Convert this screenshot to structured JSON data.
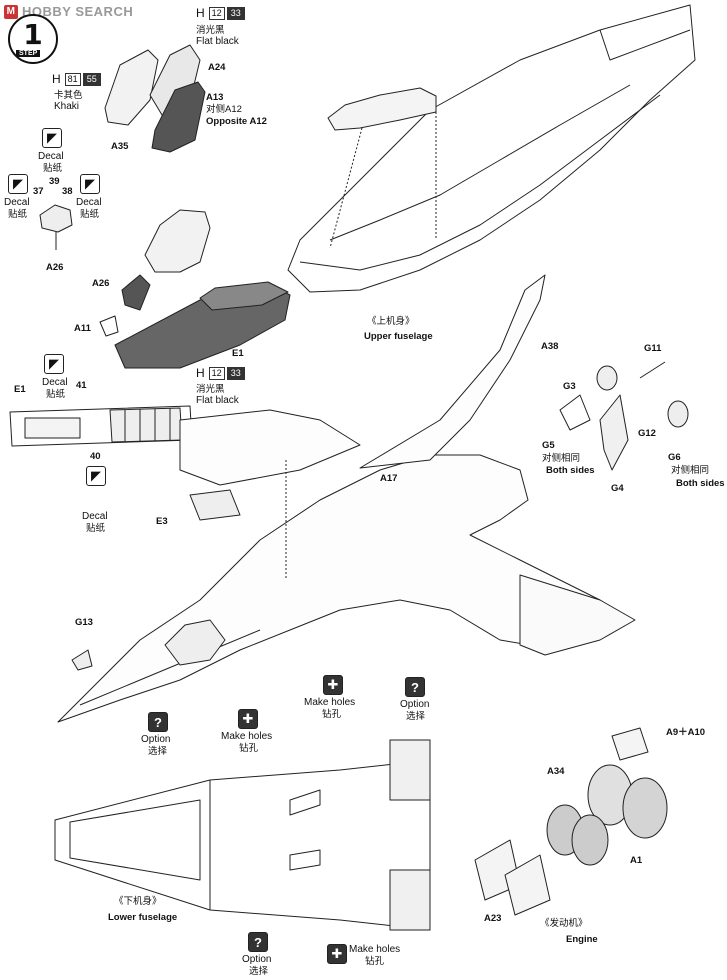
{
  "watermark": {
    "brand": "HOBBY SEARCH"
  },
  "step": {
    "number": "1",
    "label": "STEP"
  },
  "paint_codes": [
    {
      "id": "h12-top",
      "prefix": "H",
      "code": "12",
      "swatch": "33",
      "zh": "消光黑",
      "en": "Flat black"
    },
    {
      "id": "h81",
      "prefix": "H",
      "code": "81",
      "swatch": "55",
      "zh": "卡其色",
      "en": "Khaki"
    },
    {
      "id": "h12-mid",
      "prefix": "H",
      "code": "12",
      "swatch": "33",
      "zh": "消光黑",
      "en": "Flat black"
    }
  ],
  "part_labels": {
    "A24": "A24",
    "A13": "A13",
    "A12_zh": "对侧A12",
    "A12_en": "Opposite A12",
    "A35": "A35",
    "A26_top": "A26",
    "A26_mid": "A26",
    "A11": "A11",
    "E1_mid": "E1",
    "E1_left": "E1",
    "p41": "41",
    "p40": "40",
    "p37": "37",
    "p38": "38",
    "p39": "39",
    "A38": "A38",
    "A17": "A17",
    "E3": "E3",
    "G13": "G13",
    "G11": "G11",
    "G3": "G3",
    "G5": "G5",
    "G12": "G12",
    "G6": "G6",
    "G4": "G4",
    "A9A10": "A9＋A10",
    "A34": "A34",
    "A1": "A1",
    "A23": "A23"
  },
  "both_sides": {
    "zh": "对侧相同",
    "en": "Both sides"
  },
  "decal": {
    "en": "Decal",
    "zh": "贴纸"
  },
  "option": {
    "en": "Option",
    "zh": "选择"
  },
  "make_holes": {
    "en": "Make holes",
    "zh": "钻孔"
  },
  "sections": {
    "upper": {
      "zh": "《上机身》",
      "en": "Upper fuselage"
    },
    "lower": {
      "zh": "《下机身》",
      "en": "Lower fuselage"
    },
    "engine": {
      "zh": "《发动机》",
      "en": "Engine"
    }
  }
}
